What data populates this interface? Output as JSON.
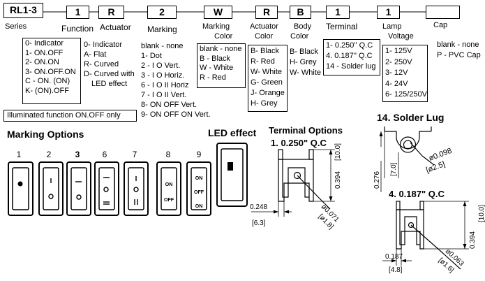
{
  "code": {
    "series": "RL1-3",
    "boxes": [
      "1",
      "R",
      "2",
      "W",
      "R",
      "B",
      "1",
      "1",
      ""
    ],
    "labels": {
      "series": "Series",
      "function": "Function",
      "actuator": "Actuator",
      "marking": "Marking",
      "marking_color": [
        "Marking",
        "Color"
      ],
      "actuator_color": [
        "Actuator",
        "Color"
      ],
      "body_color": [
        "Body",
        "Color"
      ],
      "terminal": "Terminal",
      "lamp_voltage": [
        "Lamp",
        "Voltage"
      ],
      "cap": "Cap"
    }
  },
  "function_options": [
    "0- Indicator",
    "1- ON.OFF",
    "2- ON.ON",
    "3- ON.OFF.ON",
    "C - ON. (ON)",
    "K- (ON).OFF"
  ],
  "function_note": "Illuminated function ON.OFF only",
  "actuator_options": [
    "0- Indicator",
    "A- Flat",
    "R- Curved",
    "D- Curved with",
    "LED effect"
  ],
  "marking_options_list": [
    "blank - none",
    "1- Dot",
    "2 - I O Vert.",
    "3 - I O Horiz.",
    "6 - I O II Horiz",
    "7 - I O II Vert.",
    "8- ON OFF Vert.",
    "9- ON OFF ON Vert."
  ],
  "marking_color_options": [
    "blank - none",
    "B - Black",
    "W - White",
    "R - Red"
  ],
  "actuator_color_options": [
    "B- Black",
    "R- Red",
    "W- White",
    "G- Green",
    "J- Orange",
    "H- Grey"
  ],
  "body_color_options": [
    "B- Black",
    "H- Grey",
    "W- White"
  ],
  "terminal_options_list": [
    "1- 0.250'' Q.C",
    "4. 0.187'' Q.C",
    "14 - Solder lug"
  ],
  "lamp_voltage_options": [
    "1- 125V",
    "2- 250V",
    "3- 12V",
    "4- 24V",
    "6- 125/250V"
  ],
  "cap_options": [
    "blank - none",
    "P - PVC Cap"
  ],
  "marking_options_section": {
    "title": "Marking  Options",
    "numbers": [
      "1",
      "2",
      "3",
      "6",
      "7",
      "8",
      "9"
    ],
    "symbols": {
      "eight": [
        "ON",
        "OFF"
      ],
      "nine": [
        "ON",
        "OFF",
        "ON"
      ]
    }
  },
  "led_effect_title": "LED effect",
  "terminal_options_section": {
    "title": "Terminal Options",
    "qc250": {
      "title": "1. 0.250\" Q.C",
      "height": "0.394",
      "height_mm": "[10.0]",
      "width": "0.248",
      "width_mm": "[6.3]",
      "hole": "ø0.071",
      "hole_mm": "[ø1.8]"
    },
    "qc187": {
      "title": "4.  0.187\" Q.C",
      "height": "0.394",
      "height_mm": "[10.0]",
      "width": "0.187",
      "width_mm": "[4.8]",
      "hole": "ø0.063",
      "hole_mm": "[ø1.6]"
    }
  },
  "solder_lug": {
    "title": "14. Solder Lug",
    "height": "0.276",
    "height_mm": "[7.0]",
    "hole": "ø0.098",
    "hole_mm": "[ø2.5]"
  }
}
